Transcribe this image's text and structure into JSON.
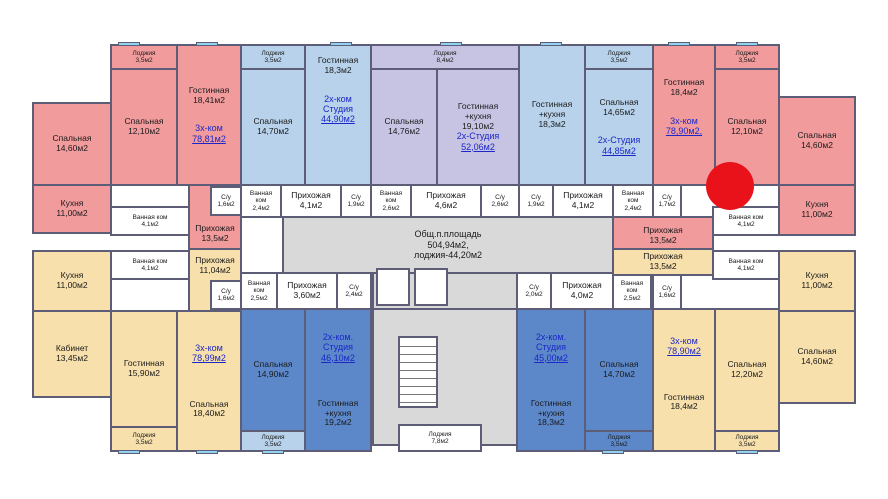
{
  "summary": {
    "line1": "Общ.п.площадь",
    "line2": "504,94м2,",
    "line3": "лоджия-44,20м2"
  },
  "rooms": {
    "r1": {
      "name": "Лоджия",
      "area": "3,5м2"
    },
    "r2": {
      "name": "Гостинная",
      "area": "18,41м2"
    },
    "r3": {
      "name": "Спальная",
      "area": "12,10м2"
    },
    "r4": {
      "name": "Спальная",
      "area": "14,60м2"
    },
    "r5": {
      "name": "Кухня",
      "area": "11,00м2"
    },
    "r6": {
      "name": "Ванная ком",
      "area": "4,1м2"
    },
    "r7": {
      "name": "С/у",
      "area": "1,6м2"
    },
    "r8": {
      "name": "Прихожая",
      "area": "13,5м2"
    },
    "r9": {
      "name": "Лоджия",
      "area": "3,5м2"
    },
    "r10": {
      "name": "Гостинная",
      "area": "18,3м2"
    },
    "r11": {
      "name": "Спальная",
      "area": "14,70м2"
    },
    "r12": {
      "name": "Ванная ком",
      "area": "2,4м2"
    },
    "r13": {
      "name": "Прихожая",
      "area": "4,1м2"
    },
    "r14": {
      "name": "С/у",
      "area": "1,9м2"
    },
    "r15": {
      "name": "Лоджия",
      "area": "8,4м2"
    },
    "r16": {
      "name": "Гостинная +кухня",
      "area": "19,10м2"
    },
    "r17": {
      "name": "Спальная",
      "area": "14,76м2"
    },
    "r18": {
      "name": "Ванная ком",
      "area": "2,6м2"
    },
    "r19": {
      "name": "Прихожая",
      "area": "4,6м2"
    },
    "r20": {
      "name": "С/у",
      "area": "2,6м2"
    },
    "r21": {
      "name": "Гостинная +кухня",
      "area": "18,3м2"
    },
    "r22": {
      "name": "Лоджия",
      "area": "3,5м2"
    },
    "r23": {
      "name": "Спальная",
      "area": "14,65м2"
    },
    "r24": {
      "name": "С/у",
      "area": "1,9м2"
    },
    "r25": {
      "name": "Прихожая",
      "area": "4,1м2"
    },
    "r26": {
      "name": "Ванная ком",
      "area": "2,4м2"
    },
    "r27": {
      "name": "Гостинная",
      "area": "18,4м2"
    },
    "r28": {
      "name": "Лоджия",
      "area": "3,5м2"
    },
    "r29": {
      "name": "Спальная",
      "area": "12,10м2"
    },
    "r30": {
      "name": "Спальная",
      "area": "14,60м2"
    },
    "r31": {
      "name": "С/у",
      "area": "1,7м2"
    },
    "r32": {
      "name": "Кухня",
      "area": "11,00м2"
    },
    "r33": {
      "name": "Прихожая",
      "area": "13,5м2"
    },
    "r34": {
      "name": "Ванная ком",
      "area": "4,1м2"
    },
    "r35": {
      "name": "Кухня",
      "area": "11,00м2"
    },
    "r36": {
      "name": "Ванная ком",
      "area": "4,1м2"
    },
    "r37": {
      "name": "Прихожая",
      "area": "11,04м2"
    },
    "r38": {
      "name": "С/у",
      "area": "1,6м2"
    },
    "r39": {
      "name": "Ванная ком",
      "area": "2,5м2"
    },
    "r40": {
      "name": "Прихожая",
      "area": "3,60м2"
    },
    "r41": {
      "name": "С/у",
      "area": "2,4м2"
    },
    "r42": {
      "name": "Кабинет",
      "area": "13,45м2"
    },
    "r43": {
      "name": "Гостинная",
      "area": "15,90м2"
    },
    "r44": {
      "name": "Спальная",
      "area": "18,40м2"
    },
    "r45": {
      "name": "Лоджия",
      "area": "3,5м2"
    },
    "r46": {
      "name": "Спальная",
      "area": "14,90м2"
    },
    "r47": {
      "name": "Гостинная +кухня",
      "area": "19,2м2"
    },
    "r48": {
      "name": "Лоджия",
      "area": "3,5м2"
    },
    "r49": {
      "name": "Лоджия",
      "area": "7,8м2"
    },
    "r50": {
      "name": "С/у",
      "area": "2,0м2"
    },
    "r51": {
      "name": "Прихожая",
      "area": "4,0м2"
    },
    "r52": {
      "name": "Ванная ком",
      "area": "2,5м2"
    },
    "r53": {
      "name": "Спальная",
      "area": "14,70м2"
    },
    "r54": {
      "name": "Гостинная +кухня",
      "area": "18,3м2"
    },
    "r55": {
      "name": "Лоджия",
      "area": "3,5м2"
    },
    "r56": {
      "name": "Прихожая",
      "area": "13,5м2"
    },
    "r57": {
      "name": "Ванная ком",
      "area": "4,1м2"
    },
    "r58": {
      "name": "Кухня",
      "area": "11,00м2"
    },
    "r59": {
      "name": "С/у",
      "area": "1,6м2"
    },
    "r60": {
      "name": "Спальная",
      "area": "12,20м2"
    },
    "r61": {
      "name": "Спальная",
      "area": "14,60м2"
    },
    "r62": {
      "name": "Гостинная",
      "area": "18,4м2"
    },
    "r63": {
      "name": "Лоджия",
      "area": "3,5м2"
    }
  },
  "flats": {
    "f1": {
      "name": "3х-ком",
      "area": "78,81м2"
    },
    "f2": {
      "name": "2х-ком Студия",
      "area": "44,90м2"
    },
    "f3": {
      "name": "2х-Студия",
      "area": "52,06м2"
    },
    "f4": {
      "name": "2х-Студия",
      "area": "44,85м2"
    },
    "f5": {
      "name": "3х-ком",
      "area": "78,90м2,"
    },
    "f6": {
      "name": "3х-ком",
      "area": "78,99м2"
    },
    "f7": {
      "name": "2х-ком. Студия",
      "area": "46,10м2"
    },
    "f8": {
      "name": "2х-ком. Студия",
      "area": "45,00м2"
    },
    "f9": {
      "name": "3х-ком",
      "area": "78,90м2"
    }
  },
  "colors": {
    "red": "#f19b9d",
    "blue": "#b7d2ea",
    "dark_blue": "#5c88c9",
    "lavender": "#c7c3e3",
    "yellow": "#f7e0ac",
    "marker": "#e9121b"
  }
}
